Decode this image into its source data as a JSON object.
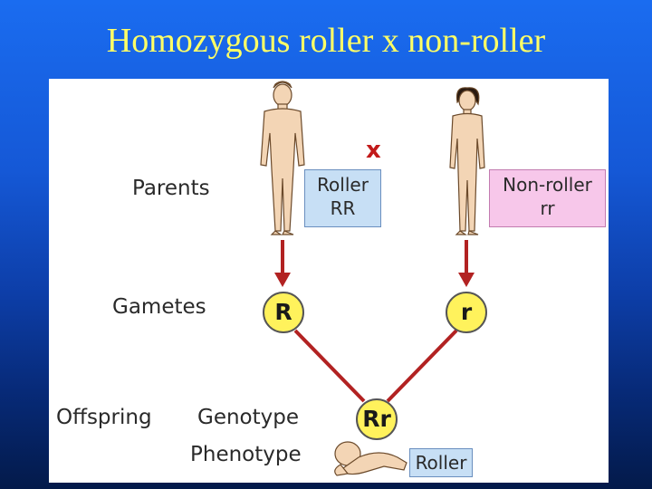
{
  "title": "Homozygous roller x non-roller",
  "labels": {
    "parents": "Parents",
    "gametes": "Gametes",
    "offspring": "Offspring",
    "genotype": "Genotype",
    "phenotype": "Phenotype"
  },
  "cross_symbol": "x",
  "male_parent": {
    "phenotype": "Roller",
    "genotype": "RR"
  },
  "female_parent": {
    "phenotype": "Non-roller",
    "genotype": "rr"
  },
  "gametes": {
    "male": "R",
    "female": "r"
  },
  "offspring": {
    "genotype": "Rr",
    "phenotype": "Roller"
  },
  "colors": {
    "background_top": "#1a6cf0",
    "title": "#ffff66",
    "arrow": "#b22222",
    "circle_fill": "#fff25c",
    "roller_box": "#c7dff5",
    "nonroller_box": "#f7c7ea",
    "cross": "#c21a1a"
  }
}
